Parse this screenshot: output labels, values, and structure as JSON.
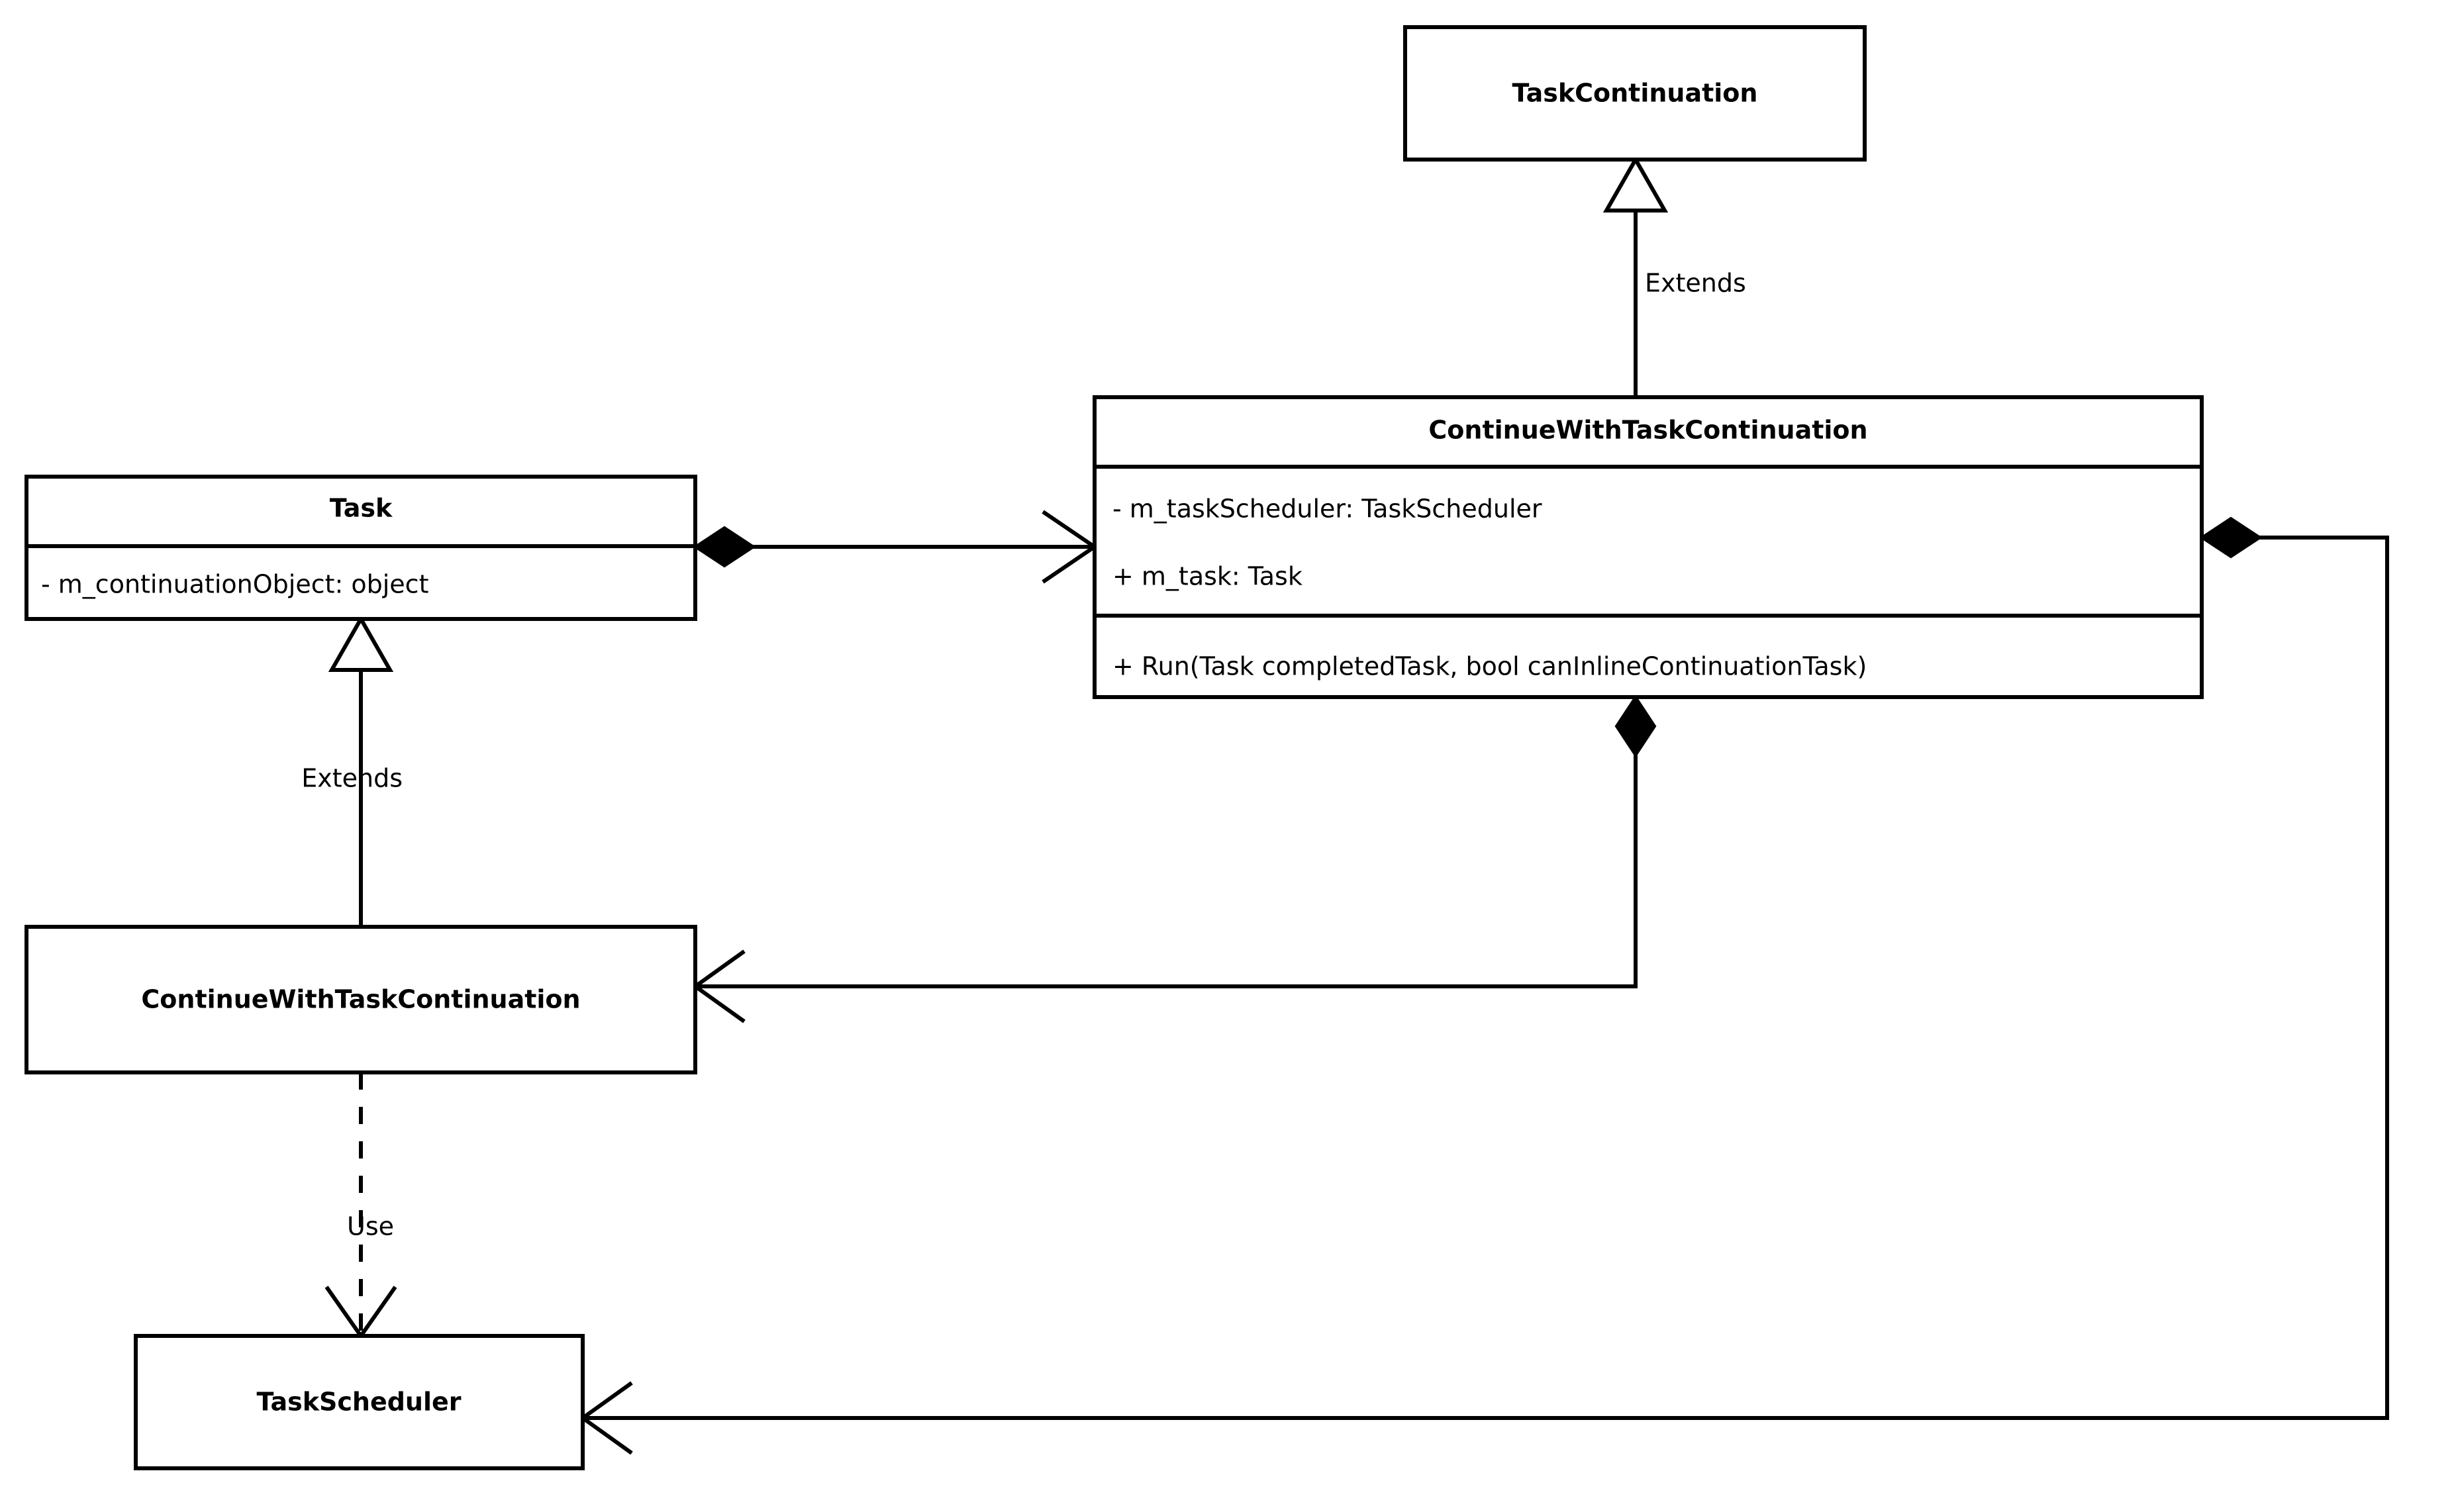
{
  "diagram": {
    "type": "uml-class-diagram",
    "background_color": "#ffffff",
    "line_color": "#000000",
    "text_color": "#000000",
    "classes": {
      "task_continuation": {
        "name": "TaskContinuation",
        "attributes": [],
        "operations": []
      },
      "continue_with_task_continuation_detail": {
        "name": "ContinueWithTaskContinuation",
        "attributes": [
          "- m_taskScheduler: TaskScheduler",
          "+ m_task: Task"
        ],
        "operations": [
          "+ Run(Task completedTask, bool canInlineContinuationTask)"
        ]
      },
      "task": {
        "name": "Task",
        "attributes": [
          "- m_continuationObject: object"
        ],
        "operations": []
      },
      "continue_with_task_continuation_simple": {
        "name": "ContinueWithTaskContinuation",
        "attributes": [],
        "operations": []
      },
      "task_scheduler": {
        "name": "TaskScheduler",
        "attributes": [],
        "operations": []
      }
    },
    "relationships": [
      {
        "id": "extends-top",
        "label": "Extends",
        "kind": "generalization",
        "from": "ContinueWithTaskContinuation",
        "to": "TaskContinuation"
      },
      {
        "id": "extends-left",
        "label": "Extends",
        "kind": "generalization",
        "from": "ContinueWithTaskContinuation",
        "to": "Task"
      },
      {
        "id": "task-composes-cwtc",
        "label": "",
        "kind": "composition",
        "from": "Task",
        "to": "ContinueWithTaskContinuation"
      },
      {
        "id": "cwtc-composes-cwtc-simple",
        "label": "",
        "kind": "composition",
        "from": "ContinueWithTaskContinuation",
        "to": "ContinueWithTaskContinuation"
      },
      {
        "id": "cwtc-composes-taskscheduler",
        "label": "",
        "kind": "composition",
        "from": "ContinueWithTaskContinuation",
        "to": "TaskScheduler"
      },
      {
        "id": "use-dependency",
        "label": "Use",
        "kind": "dependency",
        "from": "ContinueWithTaskContinuation",
        "to": "TaskScheduler"
      }
    ]
  }
}
